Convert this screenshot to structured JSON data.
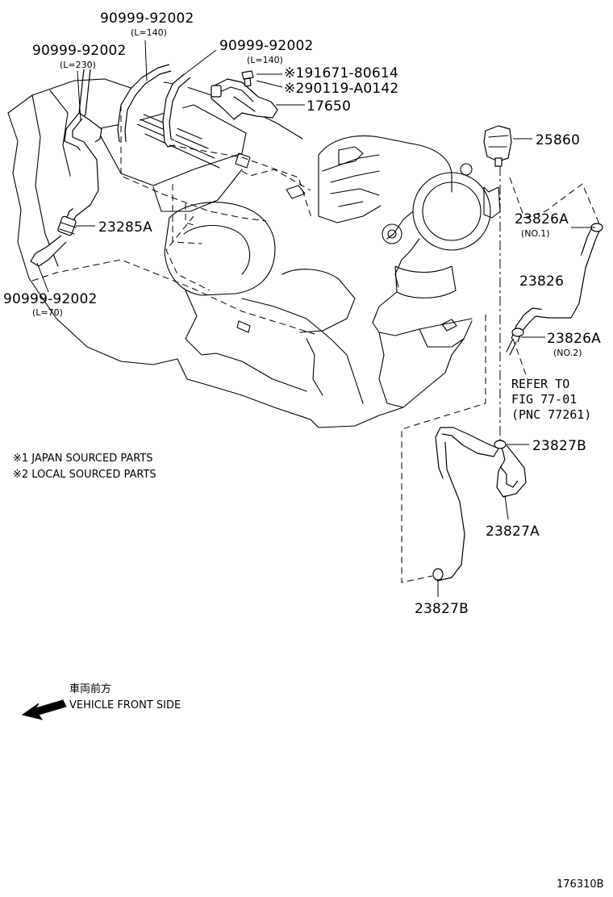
{
  "labels": {
    "hose_top_left": "90999-92002",
    "hose_top_left_len": "(L=140)",
    "hose_left": "90999-92002",
    "hose_left_len": "(L=230)",
    "hose_top_right": "90999-92002",
    "hose_top_right_len": "(L=140)",
    "bolt_1": "※191671-80614",
    "bolt_2": "※290119-A0142",
    "valve": "17650",
    "vsv": "25860",
    "filter": "23285A",
    "hose_bottom_left": "90999-92002",
    "hose_bottom_left_len": "(L=70)",
    "clamp_no1": "23826A",
    "clamp_no1_sub": "(NO.1)",
    "hose_23826": "23826",
    "clamp_no2": "23826A",
    "clamp_no2_sub": "(NO.2)",
    "refer_line1": "REFER TO",
    "refer_line2": "FIG 77-01",
    "refer_line3": "(PNC 77261)",
    "clamp_23827b_top": "23827B",
    "hose_23827a": "23827A",
    "clamp_23827b_bottom": "23827B"
  },
  "notes": {
    "japan": "※1 JAPAN SOURCED PARTS",
    "local": "※2 LOCAL SOURCED PARTS"
  },
  "direction": {
    "jp": "車両前方",
    "en": "VEHICLE FRONT SIDE"
  },
  "figure_id": "176310B",
  "icons": [
    "vehicle-front-arrow-icon"
  ]
}
